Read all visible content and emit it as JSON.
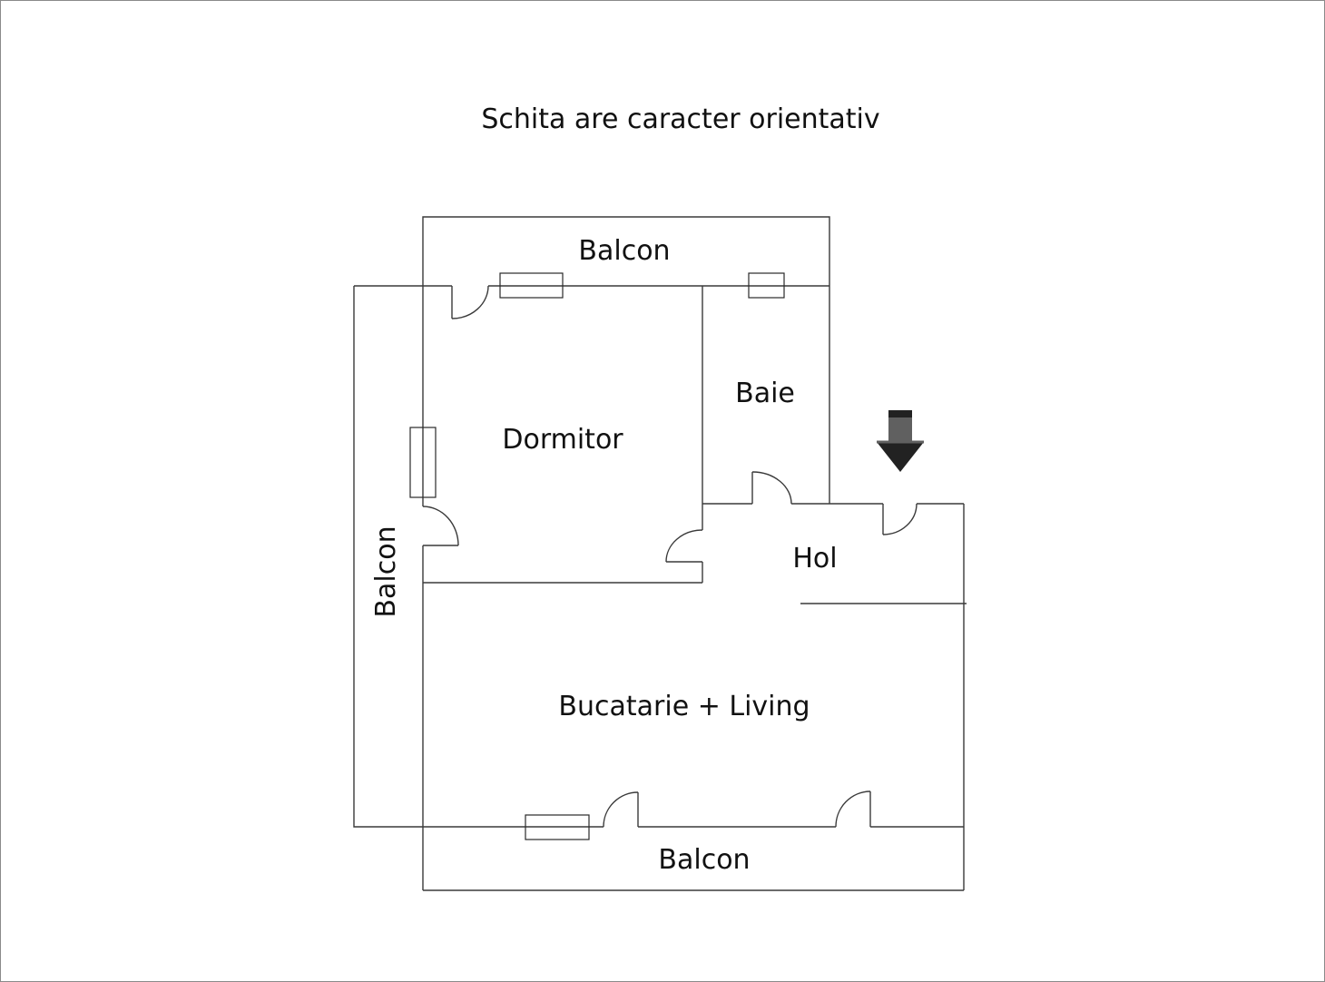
{
  "title": "Schita are caracter orientativ",
  "rooms": {
    "balcon_top": "Balcon",
    "balcon_left": "Balcon",
    "balcon_bottom": "Balcon",
    "dormitor": "Dormitor",
    "baie": "Baie",
    "hol": "Hol",
    "living": "Bucatarie + Living"
  },
  "icons": {
    "entrance": "entrance-arrow-down"
  },
  "colors": {
    "wall": "#3a3a3a",
    "arrow_dark": "#222222",
    "arrow_mid": "#606060"
  }
}
